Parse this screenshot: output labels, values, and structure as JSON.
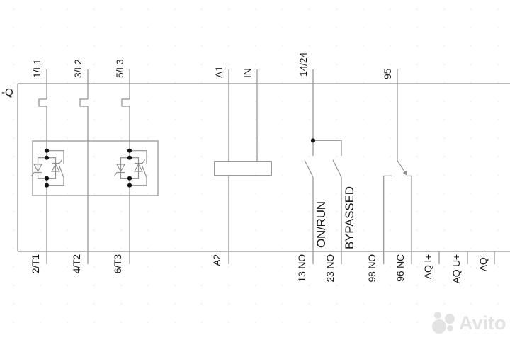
{
  "colors": {
    "line": "#909090",
    "text": "#1a1a1a",
    "dot": "#141414",
    "watermark": "#e3e3e3",
    "background": "#ffffff"
  },
  "device": {
    "designation": "-Q"
  },
  "terminals_top": [
    {
      "label": "1/L1"
    },
    {
      "label": "3/L2"
    },
    {
      "label": "5/L3"
    },
    {
      "label": "A1"
    },
    {
      "label": "IN"
    },
    {
      "label": "14/24"
    },
    {
      "label": "95"
    }
  ],
  "terminals_bottom": [
    {
      "label": "2/T1"
    },
    {
      "label": "4/T2"
    },
    {
      "label": "6/T3"
    },
    {
      "label": "A2"
    },
    {
      "label": "13 NO"
    },
    {
      "label": "23 NO"
    },
    {
      "label": "98 NO"
    },
    {
      "label": "96 NC"
    },
    {
      "label": "AQ I+"
    },
    {
      "label": "AQ U+"
    },
    {
      "label": "AQ-"
    }
  ],
  "state_labels": [
    {
      "label": "ON/RUN"
    },
    {
      "label": "BYPASSED"
    }
  ],
  "watermark": {
    "text": "Avito"
  }
}
